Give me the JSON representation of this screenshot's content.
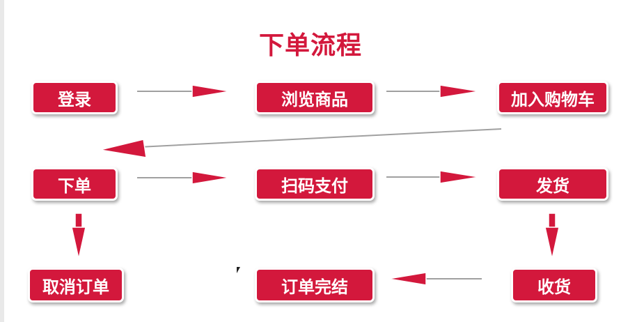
{
  "title": "下单流程",
  "colors": {
    "accent": "#d3183c",
    "node_text": "#ffffff",
    "background": "#ffffff",
    "arrow_line": "#a0a0a0"
  },
  "nodes": {
    "login": "登录",
    "browse": "浏览商品",
    "add_to_cart": "加入购物车",
    "place_order": "下单",
    "scan_pay": "扫码支付",
    "ship": "发货",
    "cancel_order": "取消订单",
    "order_complete": "订单完结",
    "receive": "收货"
  }
}
